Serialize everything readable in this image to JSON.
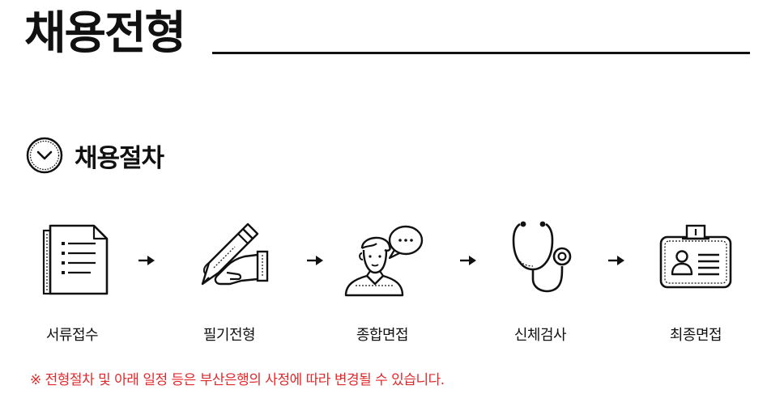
{
  "header": {
    "title": "채용전형"
  },
  "section": {
    "title": "채용절차",
    "icon": "chevron-down-circle-icon"
  },
  "steps": [
    {
      "label": "서류접수",
      "icon": "document-icon"
    },
    {
      "label": "필기전형",
      "icon": "pen-writing-icon"
    },
    {
      "label": "종합면접",
      "icon": "interview-person-icon"
    },
    {
      "label": "신체검사",
      "icon": "stethoscope-icon"
    },
    {
      "label": "최종면접",
      "icon": "id-badge-icon"
    }
  ],
  "step_arrow_icon": "arrow-right-icon",
  "notice": {
    "text": "※ 전형절차 및 아래 일정 등은 부산은행의 사정에 따라 변경될 수 있습니다.",
    "color": "#e0292b"
  },
  "colors": {
    "text": "#111111",
    "accent_notice": "#e0292b",
    "background": "#ffffff"
  }
}
